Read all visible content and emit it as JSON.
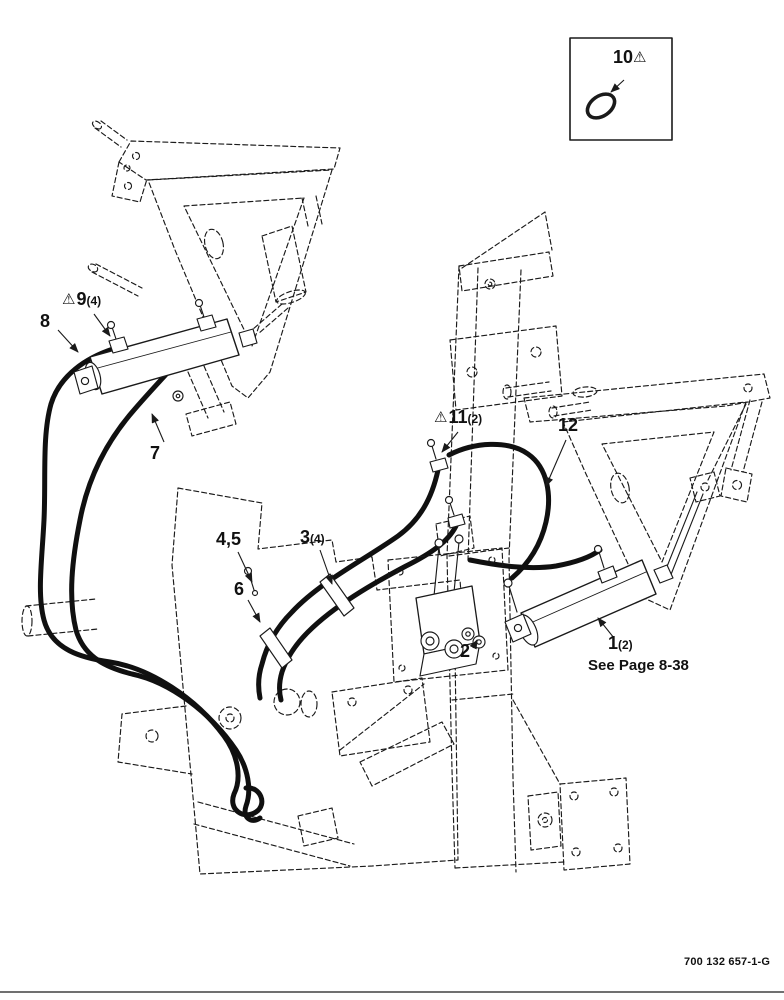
{
  "detail_box": {
    "number": "10",
    "warning_icon": "⚠"
  },
  "callouts": {
    "c8": {
      "number": "8"
    },
    "c9": {
      "warning_icon": "⚠",
      "number": "9",
      "qty": "(4)"
    },
    "c7": {
      "number": "7"
    },
    "c45": {
      "number": "4,5"
    },
    "c6": {
      "number": "6"
    },
    "c3": {
      "number": "3",
      "qty": "(4)"
    },
    "c11": {
      "warning_icon": "⚠",
      "number": "11",
      "qty": "(2)"
    },
    "c12": {
      "number": "12"
    },
    "c2": {
      "number": "2"
    },
    "c1": {
      "number": "1",
      "qty": "(2)",
      "note": "See Page 8-38"
    }
  },
  "footer": {
    "drawing_number": "700 132 657-1-G"
  },
  "colors": {
    "line": "#1a1a1a",
    "hose": "#101010",
    "background": "#ffffff"
  }
}
